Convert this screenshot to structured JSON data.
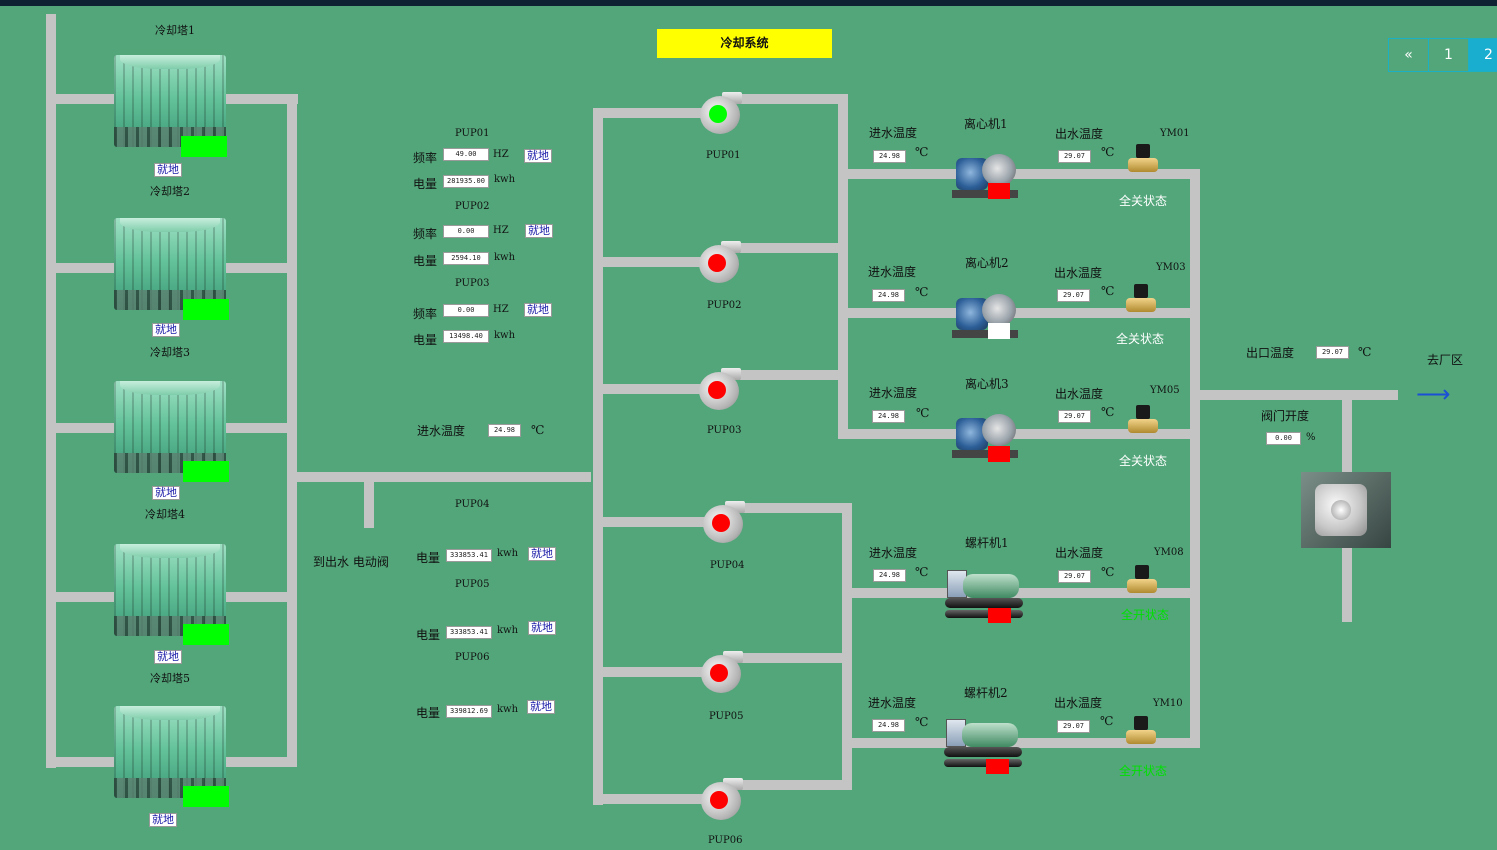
{
  "title": "冷却系统",
  "pager": {
    "prev": "«",
    "pages": [
      "1",
      "2"
    ],
    "active": "2"
  },
  "colors": {
    "background": "#52a67a",
    "pipe": "#c4c4c4",
    "title_bg": "#ffff00",
    "running": "#00ff00",
    "stopped": "#ff0000",
    "link": "#1a1aa8"
  },
  "towers": [
    {
      "name": "冷却塔1",
      "mode": "就地"
    },
    {
      "name": "冷却塔2",
      "mode": "就地"
    },
    {
      "name": "冷却塔3",
      "mode": "就地"
    },
    {
      "name": "冷却塔4",
      "mode": "就地"
    },
    {
      "name": "冷却塔5",
      "mode": "就地"
    }
  ],
  "vfd_pumps": [
    {
      "name": "PUP01",
      "freq_label": "频率",
      "freq": "49.00",
      "freq_unit": "HZ",
      "energy_label": "电量",
      "energy": "281935.00",
      "energy_unit": "kwh",
      "mode": "就地"
    },
    {
      "name": "PUP02",
      "freq_label": "频率",
      "freq": "0.00",
      "freq_unit": "HZ",
      "energy_label": "电量",
      "energy": "2594.10",
      "energy_unit": "kwh",
      "mode": "就地"
    },
    {
      "name": "PUP03",
      "freq_label": "频率",
      "freq": "0.00",
      "freq_unit": "HZ",
      "energy_label": "电量",
      "energy": "13498.40",
      "energy_unit": "kwh",
      "mode": "就地"
    }
  ],
  "fixed_pumps": [
    {
      "name": "PUP04",
      "energy_label": "电量",
      "energy": "333853.41",
      "energy_unit": "kwh",
      "mode": "就地"
    },
    {
      "name": "PUP05",
      "energy_label": "电量",
      "energy": "333853.41",
      "energy_unit": "kwh",
      "mode": "就地"
    },
    {
      "name": "PUP06",
      "energy_label": "电量",
      "energy": "339812.69",
      "energy_unit": "kwh",
      "mode": "就地"
    }
  ],
  "inlet": {
    "label": "进水温度",
    "value": "24.98",
    "unit": "℃"
  },
  "outlet_valve_label": "到出水 电动阀",
  "pumps_graphic": [
    {
      "name": "PUP01",
      "status": "running"
    },
    {
      "name": "PUP02",
      "status": "stopped"
    },
    {
      "name": "PUP03",
      "status": "stopped"
    },
    {
      "name": "PUP04",
      "status": "stopped"
    },
    {
      "name": "PUP05",
      "status": "stopped"
    },
    {
      "name": "PUP06",
      "status": "stopped"
    }
  ],
  "chillers": [
    {
      "name": "离心机1",
      "in_label": "进水温度",
      "in": "24.98",
      "out_label": "出水温度",
      "out": "29.07",
      "unit": "℃",
      "valve": "YM01",
      "state": "全关状态",
      "state_color": "#ffffff",
      "indicator": "red"
    },
    {
      "name": "离心机2",
      "in_label": "进水温度",
      "in": "24.98",
      "out_label": "出水温度",
      "out": "29.07",
      "unit": "℃",
      "valve": "YM03",
      "state": "全关状态",
      "state_color": "#ffffff",
      "indicator": "white"
    },
    {
      "name": "离心机3",
      "in_label": "进水温度",
      "in": "24.98",
      "out_label": "出水温度",
      "out": "29.07",
      "unit": "℃",
      "valve": "YM05",
      "state": "全关状态",
      "state_color": "#ffffff",
      "indicator": "red"
    },
    {
      "name": "螺杆机1",
      "in_label": "进水温度",
      "in": "24.98",
      "out_label": "出水温度",
      "out": "29.07",
      "unit": "℃",
      "valve": "YM08",
      "state": "全开状态",
      "state_color": "#00e000",
      "indicator": "red"
    },
    {
      "name": "螺杆机2",
      "in_label": "进水温度",
      "in": "24.98",
      "out_label": "出水温度",
      "out": "29.07",
      "unit": "℃",
      "valve": "YM10",
      "state": "全开状态",
      "state_color": "#00e000",
      "indicator": "red"
    }
  ],
  "outlet": {
    "label": "出口温度",
    "value": "29.07",
    "unit": "℃",
    "dest": "去厂区",
    "arrow": "⟶"
  },
  "valve_open": {
    "label": "阀门开度",
    "value": "0.00",
    "unit": "%"
  }
}
